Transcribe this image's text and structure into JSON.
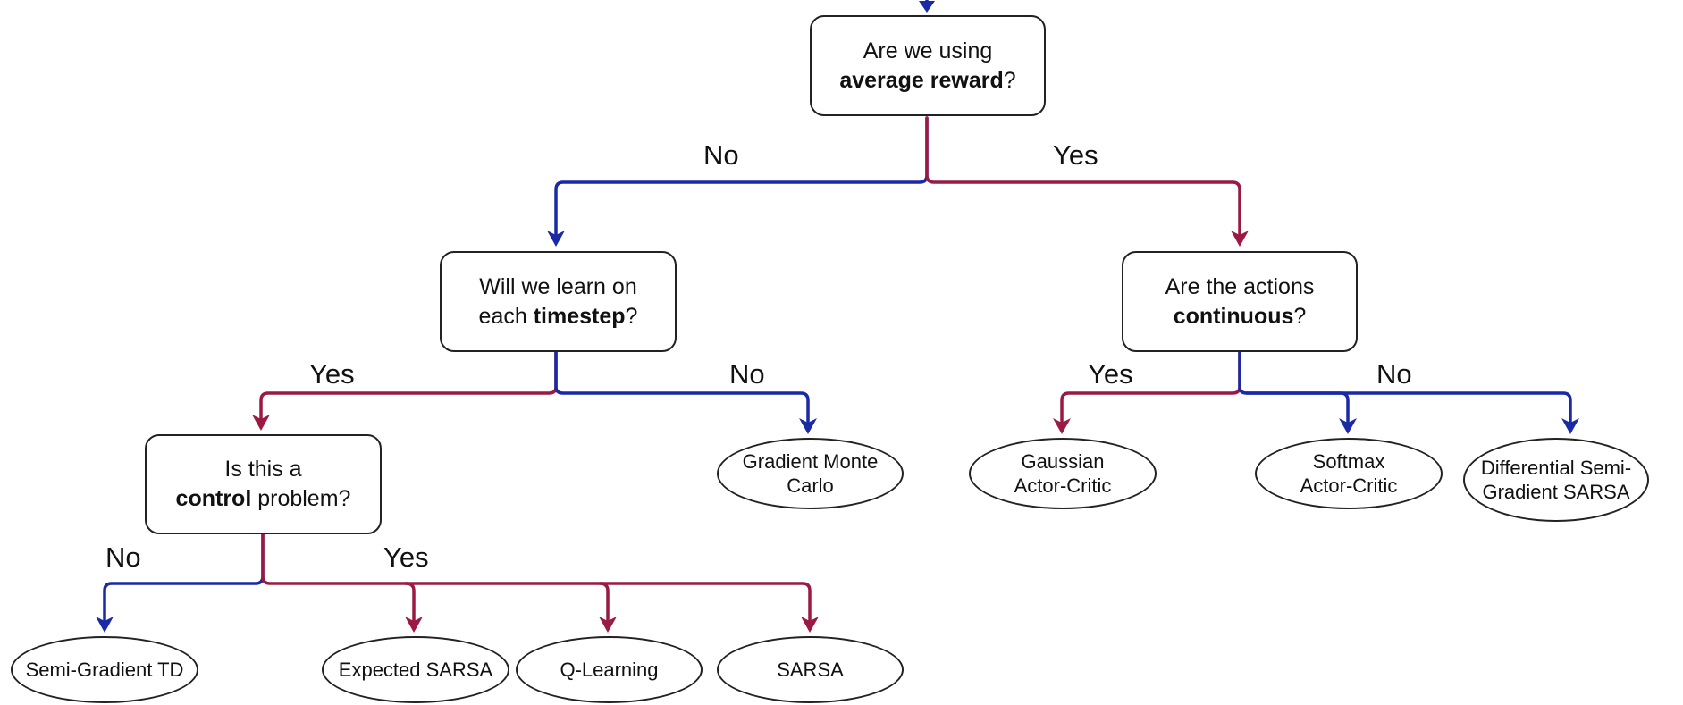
{
  "colors": {
    "no_branch": "#1a2aa6",
    "yes_branch": "#9a1a44",
    "outline": "#222222"
  },
  "questions": {
    "q_average_reward": {
      "line1": "Are we using",
      "line2_bold": "average reward",
      "line2_suffix": "?"
    },
    "q_timestep": {
      "line1": "Will we learn on",
      "line2_prefix": "each ",
      "line2_bold": "timestep",
      "line2_suffix": "?"
    },
    "q_continuous": {
      "line1": "Are the actions",
      "line2_bold": "continuous",
      "line2_suffix": "?"
    },
    "q_control": {
      "line1": "Is this a",
      "line2_bold": "control",
      "line2_suffix": " problem?"
    }
  },
  "branch_labels": {
    "root_no": "No",
    "root_yes": "Yes",
    "timestep_yes": "Yes",
    "timestep_no": "No",
    "continuous_yes": "Yes",
    "continuous_no": "No",
    "control_no": "No",
    "control_yes": "Yes"
  },
  "algorithms": {
    "gradient_monte_carlo": {
      "line1": "Gradient Monte",
      "line2": "Carlo"
    },
    "gaussian_actor_critic": {
      "line1": "Gaussian",
      "line2": "Actor-Critic"
    },
    "softmax_actor_critic": {
      "line1": "Softmax",
      "line2": "Actor-Critic"
    },
    "differential_semi_gradient_sarsa": {
      "line1": "Differential Semi-",
      "line2": "Gradient SARSA"
    },
    "semi_gradient_td": {
      "line1": "Semi-Gradient TD"
    },
    "expected_sarsa": {
      "line1": "Expected SARSA"
    },
    "q_learning": {
      "line1": "Q-Learning"
    },
    "sarsa": {
      "line1": "SARSA"
    }
  }
}
